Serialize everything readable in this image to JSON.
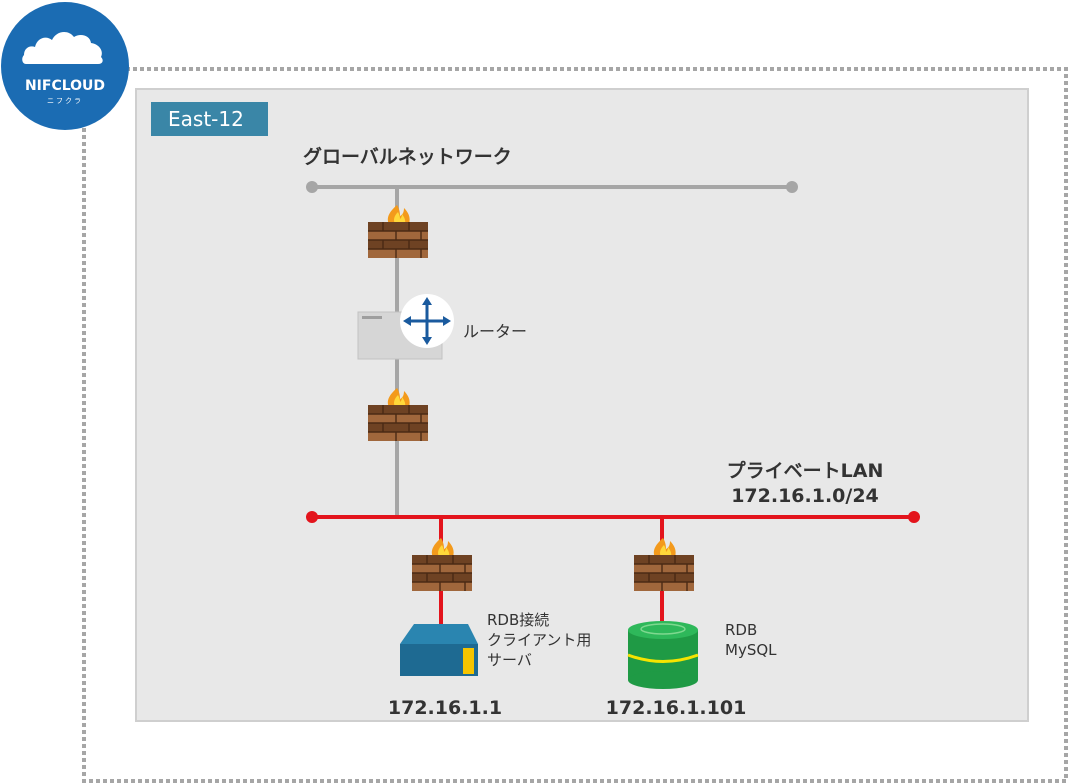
{
  "logo": {
    "name": "NIFCLOUD",
    "sub": "ニフクラ",
    "color": "#1b6cb3"
  },
  "region": {
    "label": "East-12",
    "badge_color": "#3a86a7"
  },
  "global_network": {
    "label": "グローバルネットワーク"
  },
  "router": {
    "label": "ルーター"
  },
  "private_lan": {
    "name": "プライベートLAN",
    "cidr": "172.16.1.0/24",
    "color": "#e3141c"
  },
  "client_server": {
    "line1": "RDB接続",
    "line2": "クライアント用",
    "line3": "サーバ",
    "ip": "172.16.1.1"
  },
  "rdb_server": {
    "line1": "RDB",
    "line2": "MySQL",
    "ip": "172.16.1.101"
  },
  "icons": [
    "cloud-icon",
    "firewall-icon",
    "router-icon",
    "server-icon",
    "database-icon"
  ]
}
